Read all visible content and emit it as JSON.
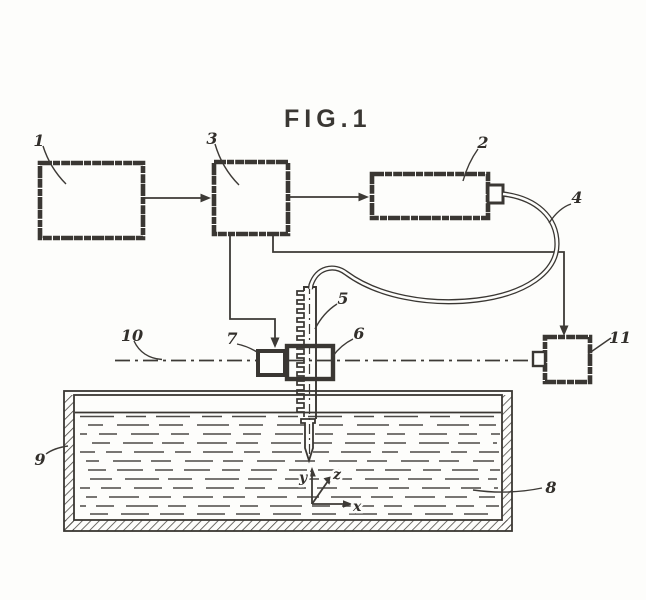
{
  "figure": {
    "title": "FIG.1"
  },
  "labels": {
    "ref1": "1",
    "ref2": "2",
    "ref3": "3",
    "ref4": "4",
    "ref5": "5",
    "ref6": "6",
    "ref7": "7",
    "ref8": "8",
    "ref9": "9",
    "ref10": "10",
    "ref11": "11"
  },
  "axes": {
    "x": "x",
    "y": "y",
    "z": "z"
  },
  "colors": {
    "ink": "#3a3733",
    "paper": "#fdfdfb"
  }
}
